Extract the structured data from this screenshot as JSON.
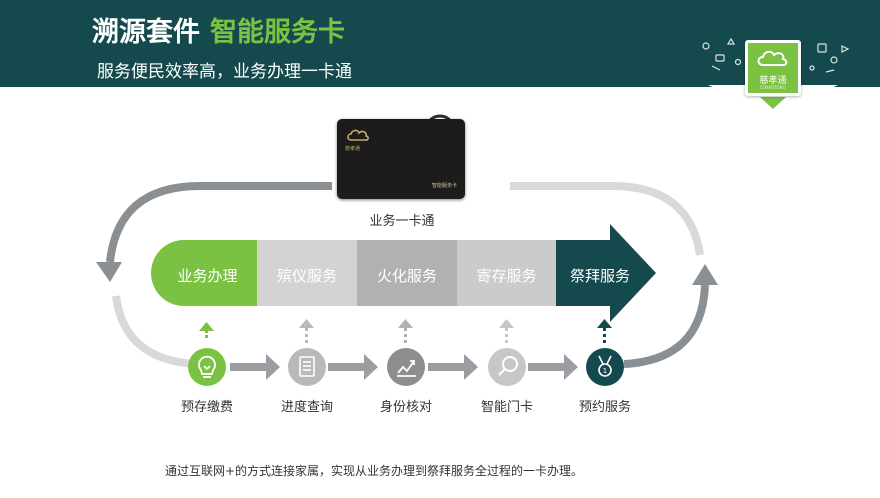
{
  "header": {
    "title_part1": "溯源套件",
    "title_part2": "智能服务卡",
    "subtitle": "服务便民效率高，业务办理一卡通"
  },
  "logo": {
    "text": "慈孝通",
    "subtext": "CIXIAOTONG"
  },
  "card": {
    "brand": "慈孝通",
    "name": "智能服务卡",
    "caption": "业务一卡通"
  },
  "flow": {
    "stages": [
      {
        "label": "业务办理",
        "color": "#7cc242"
      },
      {
        "label": "殡仪服务",
        "color": "#d3d3d3"
      },
      {
        "label": "火化服务",
        "color": "#b1b1b1"
      },
      {
        "label": "寄存服务",
        "color": "#cbcbcb"
      },
      {
        "label": "祭拜服务",
        "color": "#144a4d"
      }
    ]
  },
  "steps": [
    {
      "label": "预存缴费",
      "icon": "lightbulb-icon",
      "color": "#7cc242"
    },
    {
      "label": "进度查询",
      "icon": "document-icon",
      "color": "#b9b9b9"
    },
    {
      "label": "身份核对",
      "icon": "chart-icon",
      "color": "#8e8e8e"
    },
    {
      "label": "智能门卡",
      "icon": "magnifier-icon",
      "color": "#c7c7c7"
    },
    {
      "label": "预约服务",
      "icon": "medal-icon",
      "color": "#144a4d"
    }
  ],
  "footer": "通过互联网+的方式连接家属，实现从业务办理到祭拜服务全过程的一卡办理。",
  "colors": {
    "banner": "#144a4d",
    "accent": "#7cc242",
    "gray_loop": "#8a8f94"
  }
}
